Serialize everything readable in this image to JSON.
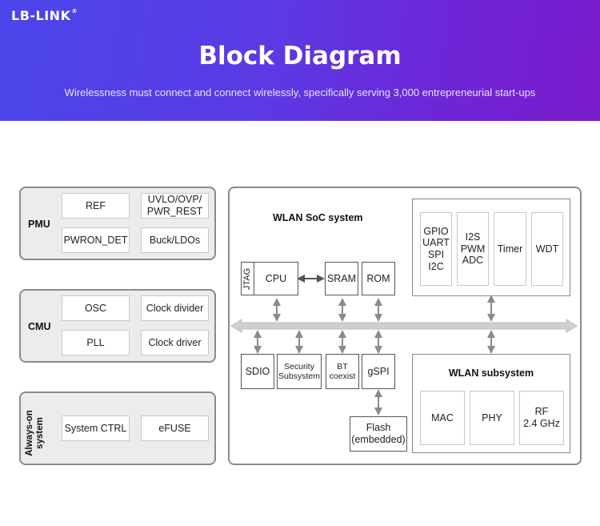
{
  "header": {
    "logo": "LB-LINK",
    "logo_mark": "®",
    "title": "Block Diagram",
    "subtitle": "Wirelessness must connect and connect wirelessly, specifically serving 3,000 entrepreneurial start-ups"
  },
  "pmu": {
    "label": "PMU",
    "items": [
      "REF",
      "UVLO/OVP/\nPWR_REST",
      "PWRON_DET",
      "Buck/LDOs"
    ]
  },
  "cmu": {
    "label": "CMU",
    "items": [
      "OSC",
      "Clock divider",
      "PLL",
      "Clock driver"
    ]
  },
  "always_on": {
    "label": "Always-on\nsystem",
    "items": [
      "System CTRL",
      "eFUSE"
    ]
  },
  "wlan_soc": {
    "label": "WLAN SoC system",
    "jtag": "JTAG",
    "cpu": "CPU",
    "sram": "SRAM",
    "rom": "ROM",
    "peripherals": [
      "GPIO\nUART\nSPI\nI2C",
      "I2S\nPWM\nADC",
      "Timer",
      "WDT"
    ],
    "lower": [
      "SDIO",
      "Security\nSubsystem",
      "BT\ncoexist",
      "gSPI"
    ],
    "flash": "Flash\n(embedded)"
  },
  "wlan_sub": {
    "label": "WLAN subsystem",
    "items": [
      "MAC",
      "PHY",
      "RF\n2.4 GHz"
    ]
  }
}
